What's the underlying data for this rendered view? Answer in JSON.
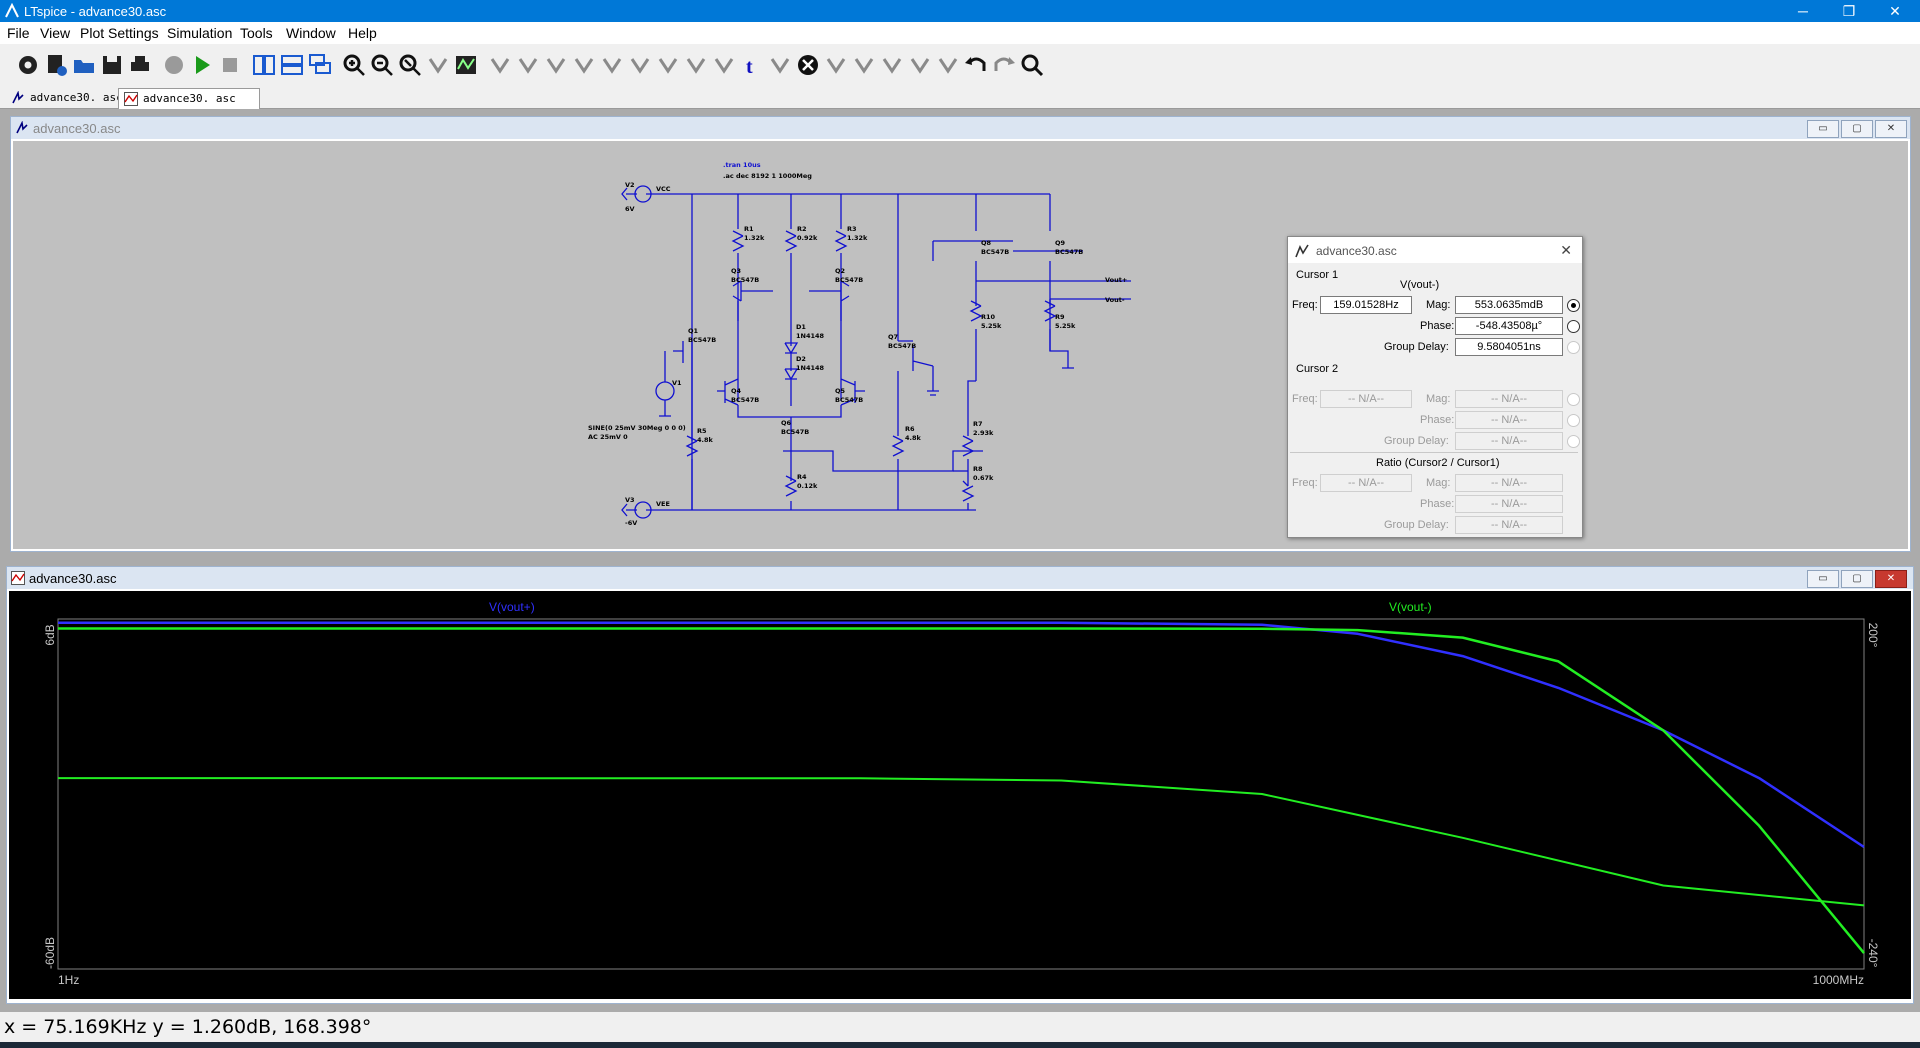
{
  "window": {
    "title": "LTspice - advance30.asc",
    "minimize": "─",
    "restore": "❐",
    "close": "✕"
  },
  "menu": [
    "File",
    "View",
    "Plot Settings",
    "Simulation",
    "Tools",
    "Window",
    "Help"
  ],
  "toolbar": {
    "icons": [
      "settings-icon",
      "new-schematic-icon",
      "open-icon",
      "save-icon",
      "print-icon",
      "halt-icon",
      "run-icon",
      "stop-icon",
      "tile-vertical-icon",
      "tile-horizontal-icon",
      "cascade-icon",
      "zoom-in-icon",
      "zoom-out-icon",
      "zoom-fit-icon",
      "autorange-icon",
      "waveform-icon",
      "wire-icon",
      "ground-icon",
      "label-net-icon",
      "resistor-icon",
      "capacitor-icon",
      "inductor-icon",
      "diode-icon",
      "component-icon",
      "net-name-icon",
      "text-icon",
      "spice-directive-icon",
      "delete-icon",
      "duplicate-icon",
      "move-icon",
      "drag-icon",
      "rotate-icon",
      "mirror-icon",
      "undo-icon",
      "redo-icon",
      "find-icon"
    ]
  },
  "tabs": [
    {
      "label": "advance30. asc",
      "kind": "schematic"
    },
    {
      "label": "advance30. asc",
      "kind": "waveform"
    }
  ],
  "schematic": {
    "title": "advance30.asc",
    "buttons": {
      "min": "▭",
      "max": "▢",
      "close": "✕"
    },
    "directives": {
      "tran": ".tran 10us",
      "ac": ".ac dec 8192 1 1000Meg"
    },
    "sources": {
      "v2": {
        "name": "V2",
        "value": "6V",
        "net": "VCC"
      },
      "v3": {
        "name": "V3",
        "value": "-6V",
        "net": "VEE"
      },
      "v1": {
        "name": "V1",
        "sine": "SINE(0 25mV 30Meg 0 0 0)",
        "ac": "AC 25mV 0"
      }
    },
    "components": [
      {
        "ref": "R1",
        "value": "1.32k"
      },
      {
        "ref": "R2",
        "value": "0.92k"
      },
      {
        "ref": "R3",
        "value": "1.32k"
      },
      {
        "ref": "Q3",
        "value": "BC547B"
      },
      {
        "ref": "Q2",
        "value": "BC547B"
      },
      {
        "ref": "D1",
        "value": "1N4148"
      },
      {
        "ref": "D2",
        "value": "1N4148"
      },
      {
        "ref": "Q1",
        "value": "BC547B"
      },
      {
        "ref": "Q4",
        "value": "BC547B"
      },
      {
        "ref": "Q5",
        "value": "BC547B"
      },
      {
        "ref": "Q7",
        "value": "BC547B"
      },
      {
        "ref": "Q6",
        "value": "BC547B"
      },
      {
        "ref": "R5",
        "value": "4.8k"
      },
      {
        "ref": "R6",
        "value": "4.8k"
      },
      {
        "ref": "R4",
        "value": "0.12k"
      },
      {
        "ref": "Q8",
        "value": "BC547B"
      },
      {
        "ref": "Q9",
        "value": "BC547B"
      },
      {
        "ref": "R10",
        "value": "5.25k"
      },
      {
        "ref": "R9",
        "value": "5.25k"
      },
      {
        "ref": "R7",
        "value": "2.93k"
      },
      {
        "ref": "R8",
        "value": "0.67k"
      }
    ],
    "outputs": {
      "vout_plus": "Vout+",
      "vout_minus": "Vout-"
    }
  },
  "cursor_dialog": {
    "title": "advance30.asc",
    "close": "✕",
    "cursor1": {
      "heading": "Cursor 1",
      "trace": "V(vout-)",
      "freq_label": "Freq:",
      "freq": "159.01528Hz",
      "mag_label": "Mag:",
      "mag": "553.0635mdB",
      "phase_label": "Phase:",
      "phase": "-548.43508µ°",
      "gd_label": "Group Delay:",
      "gd": "9.5804051ns"
    },
    "cursor2": {
      "heading": "Cursor 2",
      "freq_label": "Freq:",
      "freq": "-- N/A--",
      "mag_label": "Mag:",
      "mag": "-- N/A--",
      "phase_label": "Phase:",
      "phase": "-- N/A--",
      "gd_label": "Group Delay:",
      "gd": "-- N/A--"
    },
    "ratio": {
      "heading": "Ratio (Cursor2 / Cursor1)",
      "freq_label": "Freq:",
      "freq": "-- N/A--",
      "mag_label": "Mag:",
      "mag": "-- N/A--",
      "phase_label": "Phase:",
      "phase": "-- N/A--",
      "gd_label": "Group Delay:",
      "gd": "-- N/A--"
    }
  },
  "waveform": {
    "title": "advance30.asc",
    "buttons": {
      "min": "▭",
      "max": "▢",
      "close": "✕"
    },
    "colors": {
      "background": "#000000",
      "vout_plus": "#3030ff",
      "vout_minus": "#22ee22"
    }
  },
  "chart_data": {
    "type": "line",
    "x_scale": "log",
    "x_range": [
      "1Hz",
      "1000MHz"
    ],
    "x_labels": {
      "left": "1Hz",
      "right": "1000MHz"
    },
    "y_left_labels": {
      "top": "6dB",
      "bottom": "-60dB"
    },
    "y_right_labels": {
      "top": "200°",
      "bottom": "-240°"
    },
    "ylim_db": [
      -60,
      6
    ],
    "ylim_phase": [
      -240,
      200
    ],
    "series": [
      {
        "name": "V(vout+)",
        "color": "#3030ff",
        "kind": "magnitude",
        "x": [
          1,
          100000,
          1000000,
          3000000,
          10000000,
          30000000,
          100000000,
          300000000,
          1000000000
        ],
        "y": [
          5.3,
          5.3,
          4.9,
          3.2,
          -1.0,
          -7.0,
          -15.0,
          -24.0,
          -37.0
        ]
      },
      {
        "name": "V(vout-)",
        "color": "#22ee22",
        "kind": "magnitude",
        "x": [
          1,
          100000,
          1000000,
          3000000,
          10000000,
          30000000,
          100000000,
          300000000,
          1000000000
        ],
        "y": [
          4.2,
          4.2,
          4.15,
          3.9,
          2.5,
          -2.0,
          -15.0,
          -33.0,
          -57.0
        ]
      },
      {
        "name": "V(vout-)",
        "color": "#22ee22",
        "kind": "phase",
        "x": [
          1,
          10000,
          100000,
          1000000,
          10000000,
          100000000,
          1000000000
        ],
        "y": [
          0,
          -0.3,
          -3,
          -20,
          -75,
          -135,
          -160
        ]
      }
    ]
  },
  "status": {
    "text": "x = 75.169KHz     y = 1.260dB, 168.398°"
  }
}
